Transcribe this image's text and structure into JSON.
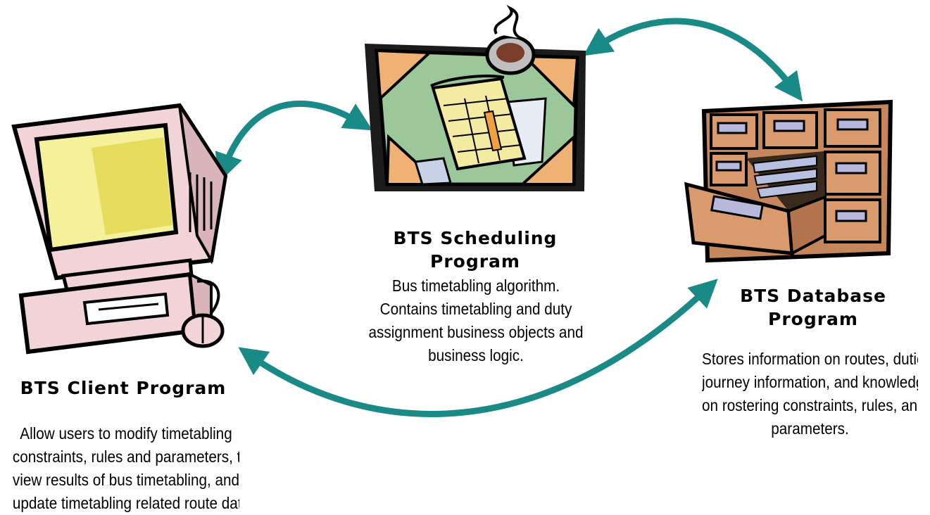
{
  "nodes": {
    "client": {
      "title": "BTS Client Program",
      "desc_lines": [
        "Allow users to modify timetabling",
        "constraints, rules and parameters, to",
        "view results of bus timetabling, and to",
        "update timetabling related route data."
      ]
    },
    "scheduling": {
      "title_lines": [
        "BTS Scheduling",
        "Program"
      ],
      "desc_lines": [
        "Bus timetabling algorithm.",
        "Contains timetabling and duty",
        "assignment business objects and",
        "business logic."
      ]
    },
    "database": {
      "title_lines": [
        "BTS Database",
        "Program"
      ],
      "desc_lines": [
        "Stores information on routes, duties,",
        "journey information, and knowledge",
        "on rostering constraints, rules, and",
        "parameters."
      ]
    }
  },
  "colors": {
    "arrow": "#1a8a86",
    "desk": "#9cc79a",
    "paper": "#f3eba2",
    "screen": "#f5f09a",
    "cabinet": "#c5865c",
    "drawer_label": "#b8b8dc"
  },
  "icons": [
    "computer-icon",
    "desk-schedule-icon",
    "file-cabinet-icon"
  ]
}
